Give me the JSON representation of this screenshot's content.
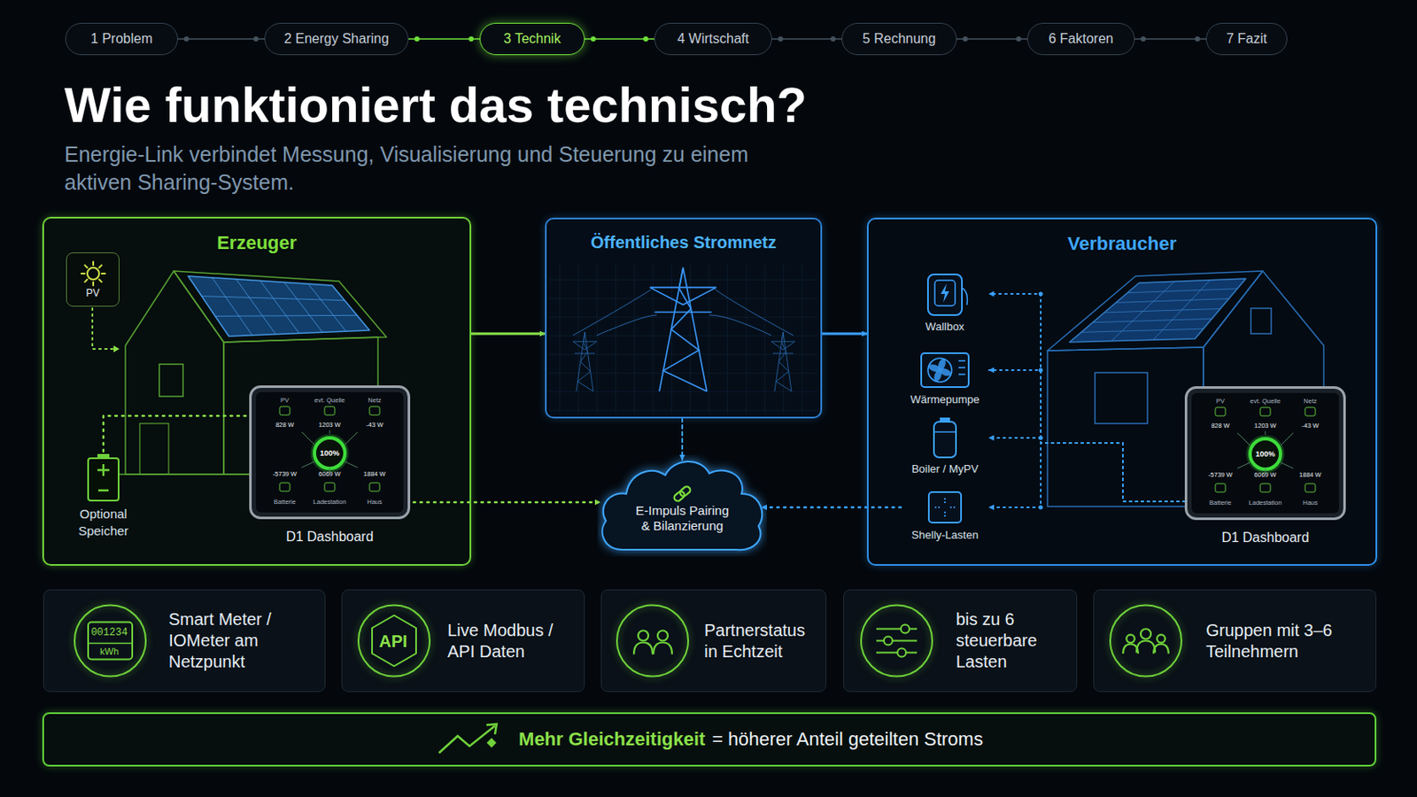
{
  "diagram": {
    "title": "Wie funktioniert das technisch?",
    "nodes": [
      {
        "text": [
          "1 Problem"
        ]
      },
      {
        "text": [
          "2 Energy Sharing"
        ]
      },
      {
        "text": [
          "3 Technik"
        ]
      },
      {
        "text": [
          "4 Wirtschaft"
        ]
      },
      {
        "text": [
          "5 Rechnung"
        ]
      },
      {
        "text": [
          "6 Faktoren"
        ]
      },
      {
        "text": [
          "7 Fazit"
        ]
      },
      {
        "text": [
          "Erzeuger"
        ]
      },
      {
        "text": [
          "PV"
        ],
        "in": 7
      },
      {
        "text": [
          "Optional Speicher"
        ],
        "in": 7
      },
      {
        "text": [
          "D1 Dashboard"
        ],
        "in": 7
      },
      {
        "text": [
          "Öffentliches Stromnetz"
        ]
      },
      {
        "text": [
          "E-Impuls Pairing & Bilanzierung"
        ]
      },
      {
        "text": [
          "Verbraucher"
        ]
      },
      {
        "text": [
          "Wallbox"
        ],
        "in": 13
      },
      {
        "text": [
          "Wärmepumpe"
        ],
        "in": 13
      },
      {
        "text": [
          "Boiler / MyPV"
        ],
        "in": 13
      },
      {
        "text": [
          "Shelly-Lasten"
        ],
        "in": 13
      },
      {
        "text": [
          "D1 Dashboard"
        ],
        "in": 13
      },
      {
        "text": [
          "Smart Meter / IOMeter am Netzpunkt"
        ]
      },
      {
        "text": [
          "Live Modbus / API Daten"
        ]
      },
      {
        "text": [
          "Partnerstatus in Echtzeit"
        ]
      },
      {
        "text": [
          "bis zu 6 steuerbare Lasten"
        ]
      },
      {
        "text": [
          "Gruppen mit 3–6 Teilnehmern"
        ]
      },
      {
        "text": [
          "Mehr Gleichzeitigkeit",
          "= höherer Anteil geteilten Stroms"
        ]
      }
    ],
    "edges": [
      {
        "from": 0,
        "to": 1,
        "arrow": "none"
      },
      {
        "from": 1,
        "to": 2,
        "arrow": "none"
      },
      {
        "from": 2,
        "to": 3,
        "arrow": "none"
      },
      {
        "from": 3,
        "to": 4,
        "arrow": "none"
      },
      {
        "from": 4,
        "to": 5,
        "arrow": "none"
      },
      {
        "from": 5,
        "to": 6,
        "arrow": "none"
      },
      {
        "from": 7,
        "to": 11,
        "arrow": "to"
      },
      {
        "from": 11,
        "to": 13,
        "arrow": "to"
      },
      {
        "from": 11,
        "to": 12,
        "arrow": "to"
      },
      {
        "from": 10,
        "to": 12,
        "arrow": "to"
      },
      {
        "from": 17,
        "to": 12,
        "arrow": "to"
      },
      {
        "from": 9,
        "to": 10,
        "arrow": "none"
      },
      {
        "from": 18,
        "to": 14,
        "arrow": "to"
      },
      {
        "from": 18,
        "to": 15,
        "arrow": "to"
      },
      {
        "from": 18,
        "to": 16,
        "arrow": "to"
      },
      {
        "from": 18,
        "to": 17,
        "arrow": "to"
      }
    ],
    "labels": [
      "Energie-Link verbindet Messung, Visualisierung und Steuerung zu einem aktiven Sharing-System.",
      "PV",
      "evt. Quelle",
      "Netz",
      "828 W",
      "1203 W",
      "-43 W",
      "100%",
      "-5739 W",
      "6069 W",
      "1884 W",
      "Batterie",
      "Ladestation",
      "Haus",
      "PV",
      "evt. Quelle",
      "Netz",
      "828 W",
      "1203 W",
      "-43 W",
      "100%",
      "-5739 W",
      "6069 W",
      "1884 W",
      "Batterie",
      "Ladestation",
      "Haus",
      "001234",
      "kWh",
      "API"
    ]
  }
}
